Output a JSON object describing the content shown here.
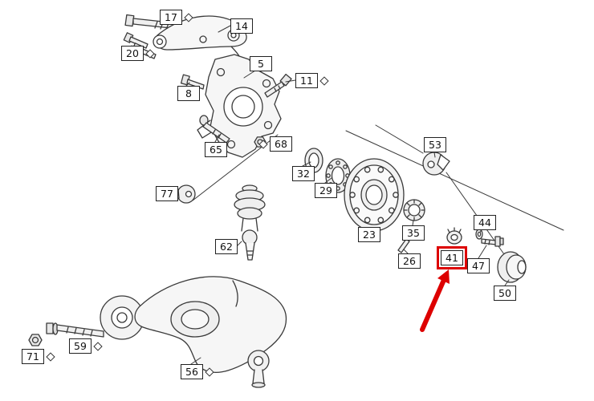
{
  "figure": {
    "type": "exploded-parts-diagram",
    "subject": "front/rear axle suspension components with wheel hub, bearing, control arms and fasteners",
    "background_color": "#ffffff",
    "line_color": "#3a3a3a",
    "highlight_color": "#dd0000",
    "highlighted_part": "41",
    "annotation": "red arrow pointing to red-boxed part number 41"
  },
  "labels": [
    {
      "id": "17",
      "diamond": "right"
    },
    {
      "id": "14",
      "diamond": "none"
    },
    {
      "id": "20",
      "diamond": "right"
    },
    {
      "id": "8",
      "diamond": "none"
    },
    {
      "id": "5",
      "diamond": "none"
    },
    {
      "id": "11",
      "diamond": "right"
    },
    {
      "id": "65",
      "diamond": "none"
    },
    {
      "id": "68",
      "diamond": "left"
    },
    {
      "id": "32",
      "diamond": "none"
    },
    {
      "id": "29",
      "diamond": "none"
    },
    {
      "id": "77",
      "diamond": "none"
    },
    {
      "id": "23",
      "diamond": "none"
    },
    {
      "id": "53",
      "diamond": "none"
    },
    {
      "id": "62",
      "diamond": "none"
    },
    {
      "id": "35",
      "diamond": "none"
    },
    {
      "id": "26",
      "diamond": "none"
    },
    {
      "id": "44",
      "diamond": "none"
    },
    {
      "id": "41",
      "diamond": "none",
      "highlighted": true
    },
    {
      "id": "47",
      "diamond": "none"
    },
    {
      "id": "50",
      "diamond": "none"
    },
    {
      "id": "59",
      "diamond": "right"
    },
    {
      "id": "71",
      "diamond": "right"
    },
    {
      "id": "56",
      "diamond": "right"
    }
  ]
}
